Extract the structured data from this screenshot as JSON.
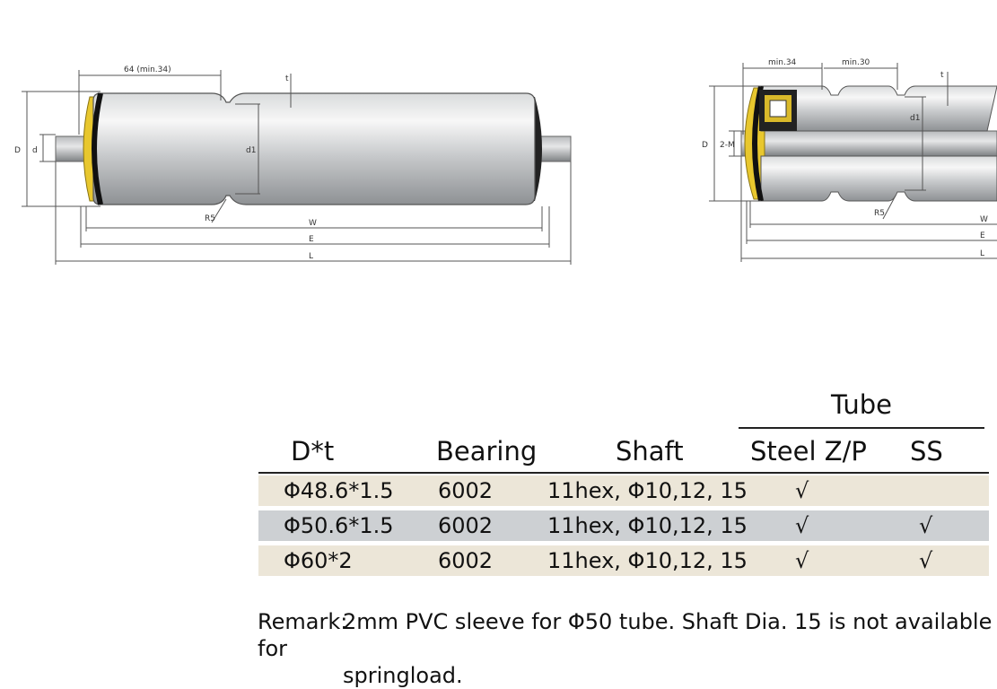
{
  "drawing_left": {
    "dim_top": "64 (min.34)",
    "label_t": "t",
    "label_D": "D",
    "label_d": "d",
    "label_d1": "d1",
    "label_r": "R5",
    "label_W": "W",
    "label_E": "E",
    "label_L": "L"
  },
  "drawing_right": {
    "dim_top_1": "min.34",
    "dim_top_2": "min.30",
    "label_t": "t",
    "label_D": "D",
    "label_hex": "2-M",
    "label_d1": "d1",
    "label_r": "R5",
    "label_W": "W",
    "label_E": "E",
    "label_L": "L"
  },
  "table": {
    "group_header": "Tube",
    "headers": [
      "D*t",
      "Bearing",
      "Shaft",
      "Steel Z/P",
      "SS"
    ],
    "rows": [
      {
        "dt": "Φ48.6*1.5",
        "bearing": "6002",
        "shaft": "11hex, Φ10,12, 15",
        "steel": "√",
        "ss": "",
        "bg": "#ece6d8"
      },
      {
        "dt": "Φ50.6*1.5",
        "bearing": "6002",
        "shaft": "11hex, Φ10,12, 15",
        "steel": "√",
        "ss": "√",
        "bg": "#cdd0d3"
      },
      {
        "dt": "Φ60*2",
        "bearing": "6002",
        "shaft": "11hex, Φ10,12, 15",
        "steel": "√",
        "ss": "√",
        "bg": "#ece6d8"
      }
    ]
  },
  "remark": {
    "label": "Remark:",
    "line1": "2mm PVC sleeve for Φ50 tube. Shaft Dia. 15 is not available for",
    "line2": "springload."
  }
}
